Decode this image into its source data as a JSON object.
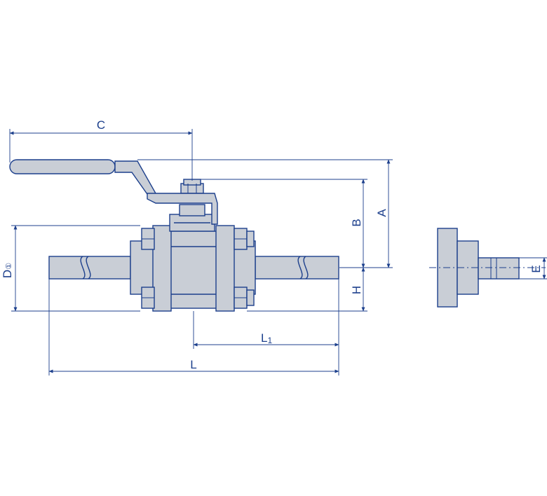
{
  "labels": {
    "A": "A",
    "B": "B",
    "C": "C",
    "D": "D",
    "D_mark": "①",
    "E": "E",
    "H": "H",
    "L": "L",
    "L1": "L",
    "L1_sub": "1"
  },
  "colors": {
    "line": "#1c3f8c",
    "body_fill": "#c9ced6"
  }
}
